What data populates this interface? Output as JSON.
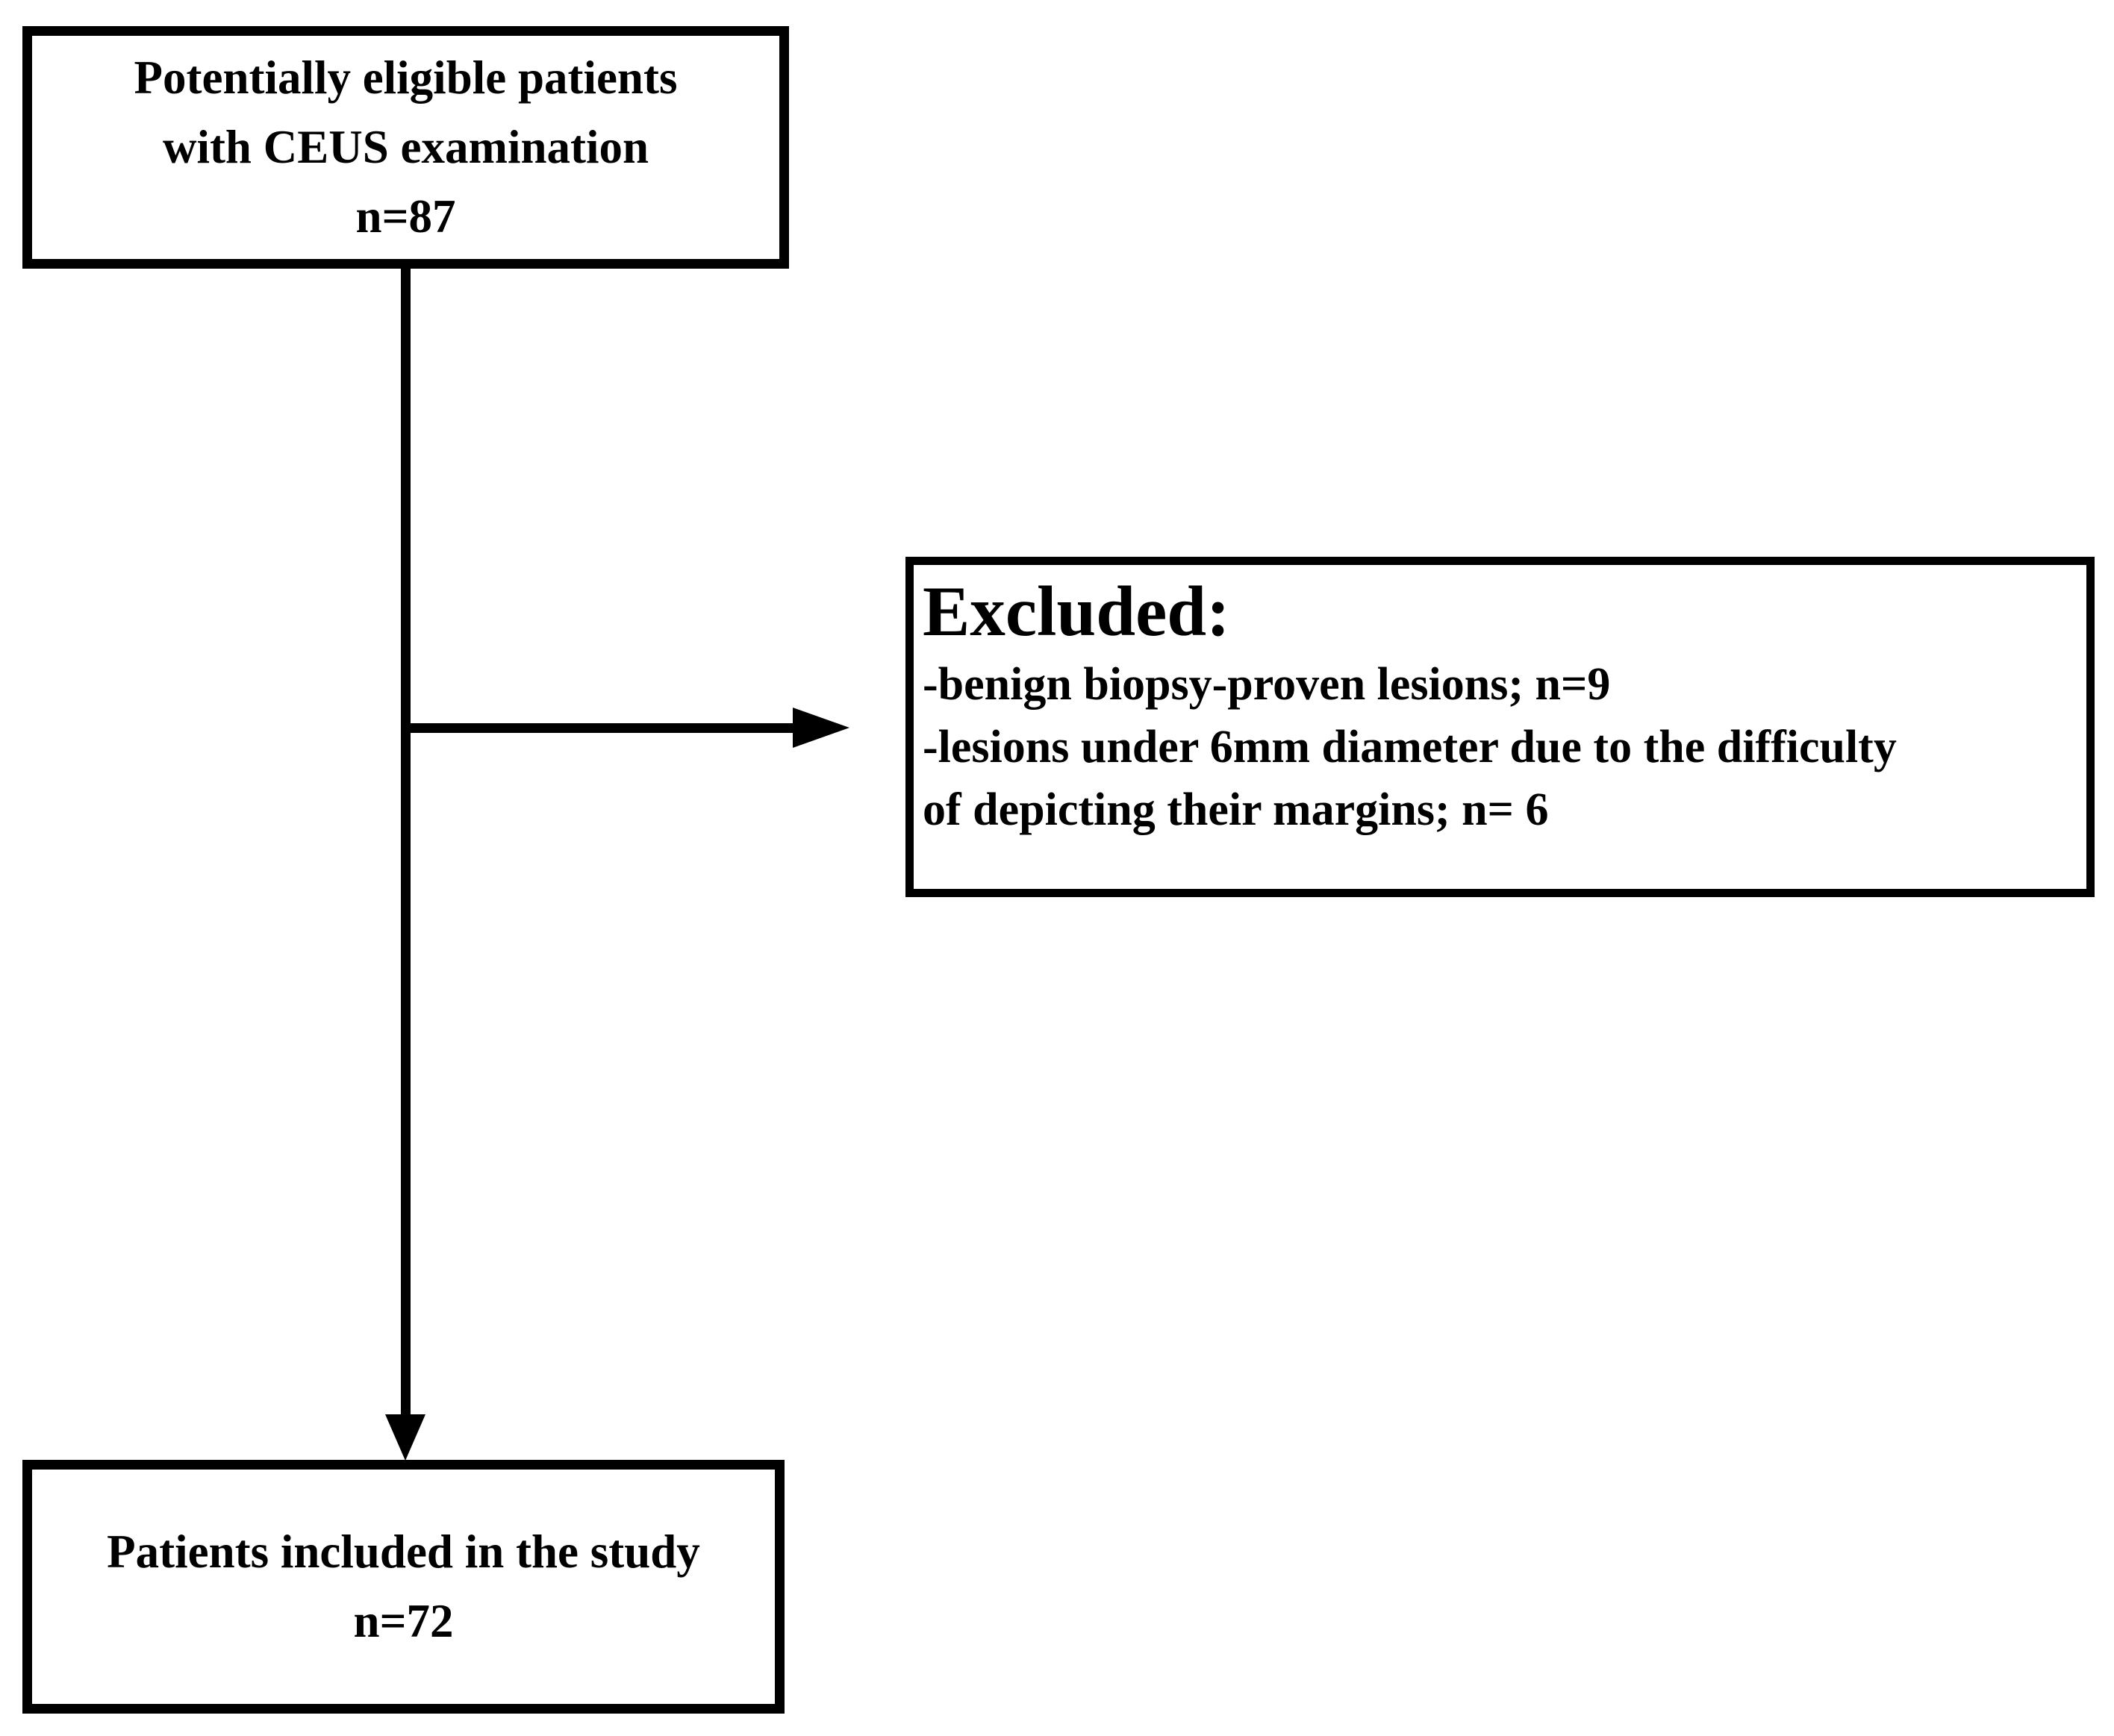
{
  "diagram": {
    "type": "flowchart",
    "colors": {
      "background": "#ffffff",
      "border": "#000000",
      "text": "#000000"
    },
    "nodes": {
      "eligible": {
        "line1": "Potentially eligible patients",
        "line2": "with CEUS examination",
        "line3": "n=87"
      },
      "excluded": {
        "title": "Excluded:",
        "line1": "-benign biopsy-proven lesions; n=9",
        "line2": "-lesions under 6mm diameter due to the difficulty",
        "line3": "of depicting their margins; n= 6"
      },
      "included": {
        "line1": "Patients included in the study",
        "line2": "n=72"
      }
    }
  }
}
